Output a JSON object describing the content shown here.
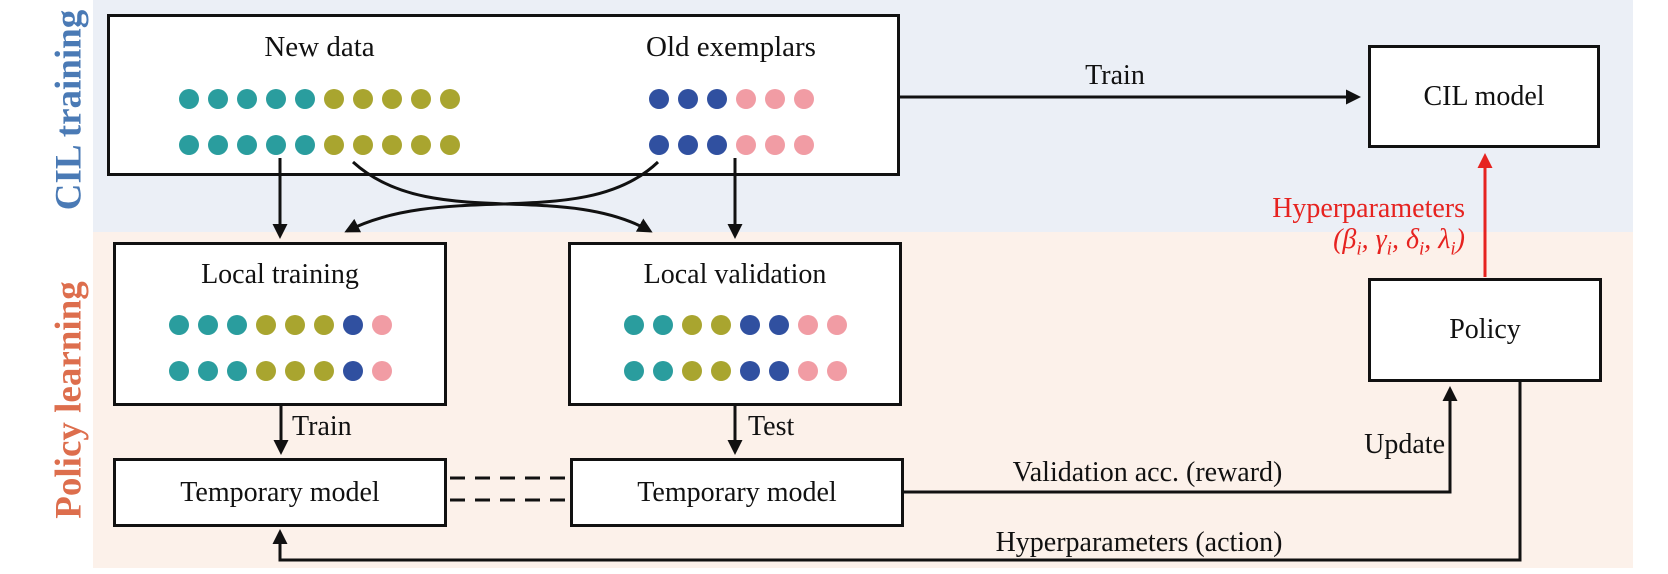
{
  "bands": {
    "cil_label": "CIL training",
    "policy_label": "Policy learning",
    "cil_label_color": "#4a7ab5",
    "policy_label_color": "#dd6e4d",
    "cil_band_color": "#ebeff6",
    "policy_band_color": "#fcf1ea"
  },
  "boxes": {
    "new_data_label": "New data",
    "old_exemplars_label": "Old exemplars",
    "cil_model": "CIL model",
    "local_training": "Local training",
    "local_validation": "Local validation",
    "temp_model_1": "Temporary model",
    "temp_model_2": "Temporary model",
    "policy": "Policy"
  },
  "arrows": {
    "train_top": "Train",
    "train_mid": "Train",
    "test": "Test",
    "reward": "Validation acc. (reward)",
    "update": "Update",
    "action": "Hyperparameters (action)",
    "hyperparams_line1": "Hyperparameters",
    "hyperparams_line2_prefix": "(",
    "hyperparams_symbols": [
      "β",
      "γ",
      "δ",
      "λ"
    ],
    "hyperparams_subscript": "i",
    "hyperparams_line2_text": "(βi, γi, δi, λi)",
    "red_arrow_color": "#e62320",
    "line_color": "#111111"
  },
  "dot_palette": {
    "teal": "#2a9d9e",
    "olive": "#a9a52f",
    "blue": "#3050a0",
    "pink": "#f19ca4"
  },
  "dot_groups": {
    "new_data": {
      "rows": 2,
      "pattern": [
        "teal",
        "teal",
        "teal",
        "teal",
        "teal",
        "olive",
        "olive",
        "olive",
        "olive",
        "olive"
      ]
    },
    "old_exemplars": {
      "rows": 2,
      "pattern": [
        "blue",
        "blue",
        "blue",
        "pink",
        "pink",
        "pink"
      ]
    },
    "local_training": {
      "rows": 2,
      "pattern": [
        "teal",
        "teal",
        "teal",
        "olive",
        "olive",
        "olive",
        "blue",
        "pink"
      ]
    },
    "local_validation": {
      "rows": 2,
      "pattern": [
        "teal",
        "teal",
        "olive",
        "olive",
        "blue",
        "blue",
        "pink",
        "pink"
      ]
    }
  }
}
